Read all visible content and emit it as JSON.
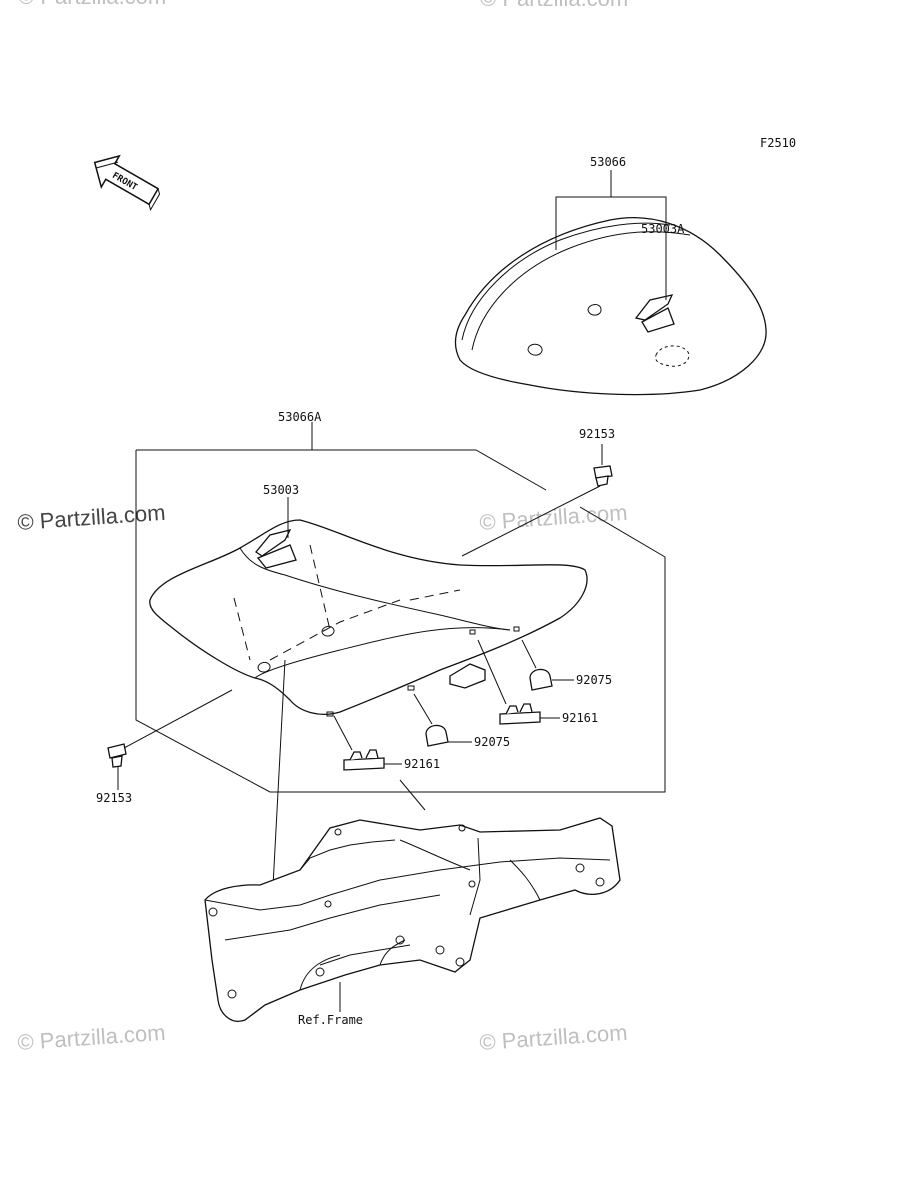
{
  "figure_code": "F2510",
  "front_arrow_text": "FRONT",
  "watermark_text": "© Partzilla.com",
  "parts": {
    "rear_seat_assy": "53066",
    "rear_seat_cover": "53003A",
    "front_seat_assy": "53066A",
    "front_seat_cover": "53003",
    "bolt_right": "92153",
    "bolt_left": "92153",
    "damper_right": "92075",
    "damper_center": "92075",
    "clip_right": "92161",
    "clip_left": "92161"
  },
  "reference": "Ref.Frame",
  "colors": {
    "line": "#111111",
    "watermark_light": "#bfbfbf",
    "watermark_dark": "#444444"
  }
}
